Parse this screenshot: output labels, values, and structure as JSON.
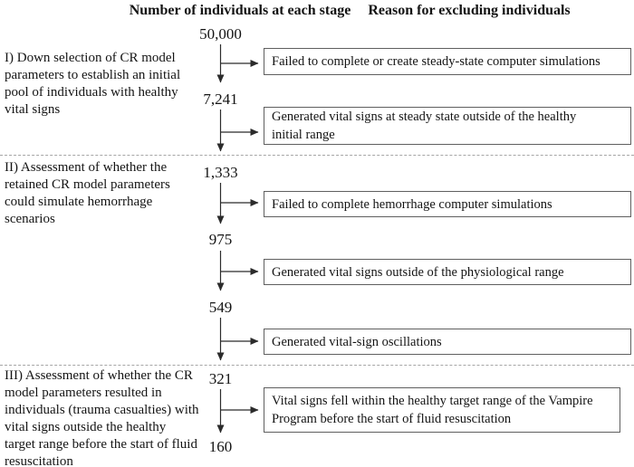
{
  "headers": {
    "stage_column": "Number of individuals at each stage",
    "reason_column": "Reason for excluding individuals"
  },
  "stages": [
    {
      "id": "I",
      "label": "I) Down selection of CR model\nparameters to establish an initial\npool of individuals with healthy\nvital signs"
    },
    {
      "id": "II",
      "label": "II) Assessment of whether the\nretained CR model parameters\ncould simulate hemorrhage\nscenarios"
    },
    {
      "id": "III",
      "label": "III) Assessment of whether the CR\nmodel parameters resulted in\nindividuals (trauma casualties) with\nvital signs outside the healthy\ntarget range before the start of fluid\nresuscitation"
    }
  ],
  "counts": [
    "50,000",
    "7,241",
    "1,333",
    "975",
    "549",
    "321",
    "160"
  ],
  "exclusion_boxes": [
    {
      "label": "Failed to complete or create steady-state computer simulations"
    },
    {
      "label": "Generated vital signs at steady state outside of the healthy\ninitial range"
    },
    {
      "label": "Failed to complete hemorrhage computer simulations"
    },
    {
      "label": "Generated vital signs outside of the physiological range"
    },
    {
      "label": "Generated vital-sign oscillations"
    },
    {
      "label": "Vital signs fell within the healthy target range of the Vampire\nProgram before the start of fluid resuscitation"
    }
  ],
  "colors": {
    "background": "#ffffff",
    "text": "#141414",
    "box_border": "#5f5f5f",
    "arrow": "#2b2b2b",
    "divider": "#a6a6a6"
  }
}
